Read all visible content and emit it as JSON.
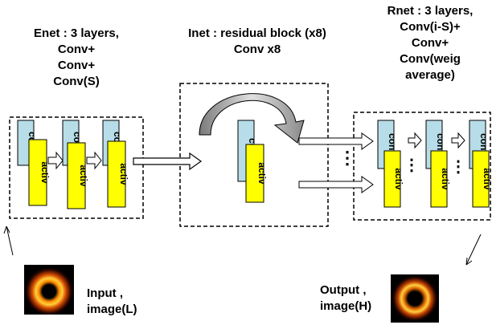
{
  "enet": {
    "title": "Enet : 3 layers,\nConv+\nConv+\nConv(S)"
  },
  "inet": {
    "title": "Inet : residual block (x8)\nConv x8"
  },
  "rnet": {
    "title": "Rnet : 3 layers,\nConv(i-S)+\nConv+\nConv(weig\naverage)"
  },
  "blocks": {
    "conv_label": "conv",
    "activ_label": "activ",
    "conv_color": "#b7dde8",
    "activ_color": "#ffff00"
  },
  "input": {
    "label": "Input ,\nimage(L)"
  },
  "output": {
    "label": "Output ,\nimage(H)"
  },
  "ellipsis": "⋮"
}
